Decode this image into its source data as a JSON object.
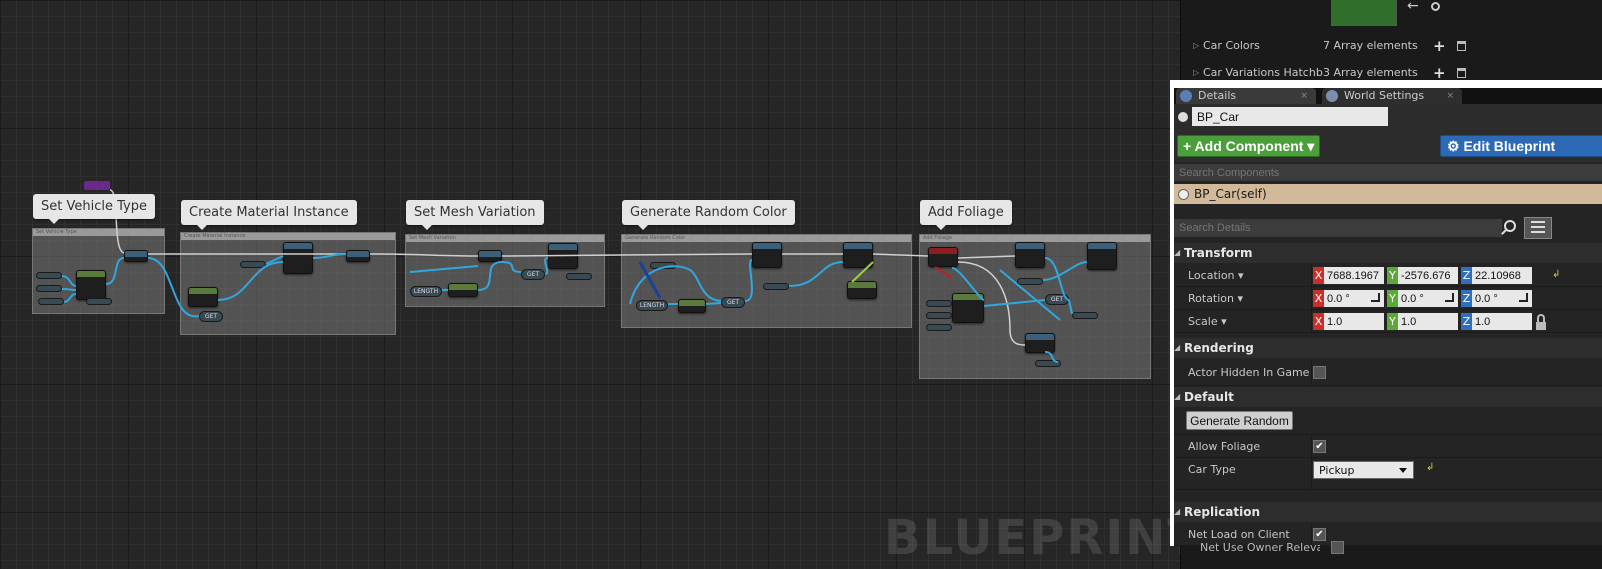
{
  "graph": {
    "watermark": "BLUEPRINT",
    "comments": [
      {
        "title": "Set Vehicle Type",
        "subtitle": "Set Vehicle Type"
      },
      {
        "title": "Create Material Instance",
        "subtitle": "Create Material Instance"
      },
      {
        "title": "Set Mesh Variation",
        "subtitle": "Set Mesh Variation"
      },
      {
        "title": "Generate Random Color",
        "subtitle": "Generate Random Color"
      },
      {
        "title": "Add Foliage",
        "subtitle": "Add Foliage"
      }
    ],
    "pills": {
      "get": "GET",
      "length": "LENGTH"
    }
  },
  "top_panel": {
    "rows": [
      {
        "label": "Car Colors",
        "value": "7 Array elements"
      },
      {
        "label": "Car Variations Hatchback",
        "value": "3 Array elements"
      }
    ]
  },
  "details": {
    "tabs": [
      {
        "label": "Details",
        "close": "×"
      },
      {
        "label": "World Settings",
        "close": "×"
      }
    ],
    "actor_name": "BP_Car",
    "add_component": "+ Add Component ▾",
    "edit_blueprint": "⚙ Edit Blueprint",
    "search_components_placeholder": "Search Components",
    "self_component": "BP_Car(self)",
    "search_details_placeholder": "Search Details",
    "sections": {
      "transform": "Transform",
      "rendering": "Rendering",
      "default": "Default",
      "replication": "Replication"
    },
    "transform": {
      "location": {
        "label": "Location ▾",
        "x": "7688.1967",
        "y": "-2576.676",
        "z": "22.10968"
      },
      "rotation": {
        "label": "Rotation ▾",
        "x": "0.0 °",
        "y": "0.0 °",
        "z": "0.0 °"
      },
      "scale": {
        "label": "Scale ▾",
        "x": "1.0",
        "y": "1.0",
        "z": "1.0"
      }
    },
    "axis_letters": {
      "x": "X",
      "y": "Y",
      "z": "Z"
    },
    "rendering": {
      "actor_hidden_label": "Actor Hidden In Game",
      "actor_hidden_checked": false
    },
    "default": {
      "generate_random_label": "Generate Random",
      "allow_foliage_label": "Allow Foliage",
      "allow_foliage_checked": "✔",
      "car_type_label": "Car Type",
      "car_type_value": "Pickup"
    },
    "replication": {
      "net_load_label": "Net Load on Client",
      "net_load_checked": "✔",
      "net_use_owner_label": "Net Use Owner Relevancy"
    }
  },
  "colors": {
    "add_component": "#4a9f3a",
    "edit_blueprint": "#2c6ab5",
    "selected_row": "#d2b99a",
    "wire_exec": "#d0d0d0",
    "wire_data": "#3ac0f0"
  }
}
